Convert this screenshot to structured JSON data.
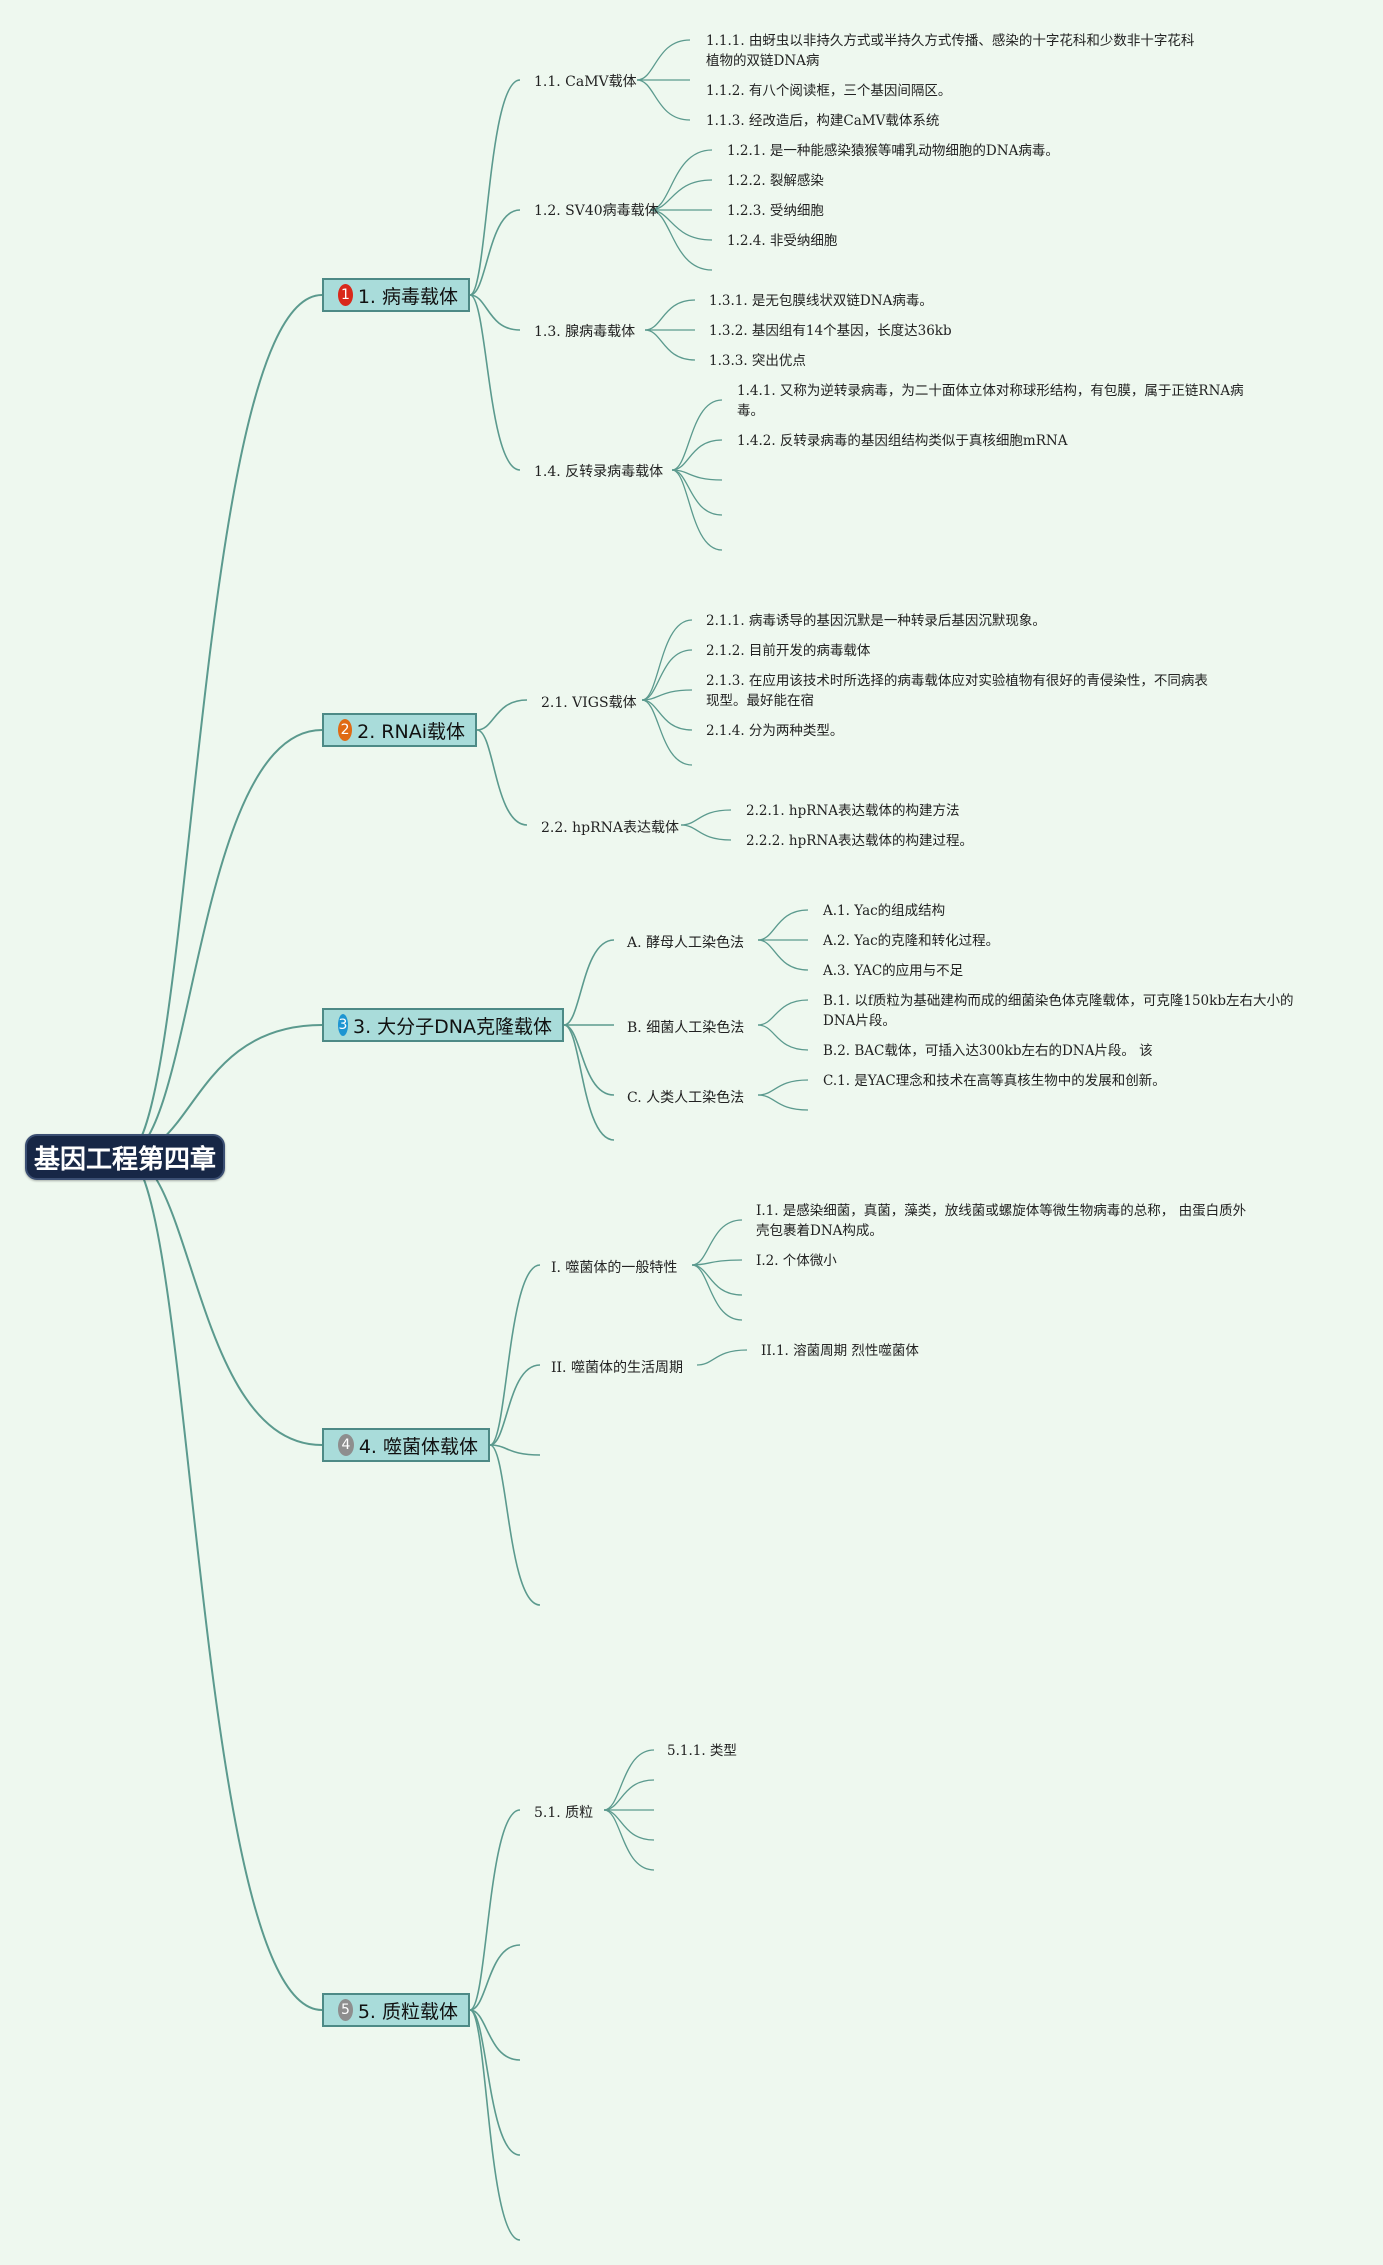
{
  "root": {
    "label": "基因工程第四章"
  },
  "branches": [
    {
      "label": "1. 病毒载体",
      "badge": "1",
      "badge_color": "#d9281b",
      "children": [
        {
          "label": "1.1. CaMV载体",
          "children": [
            "1.1.1. 由蚜虫以非持久方式或半持久方式传播、感染的十字花科和少数非十字花科植物的双链DNA病",
            "1.1.2. 有八个阅读框，三个基因间隔区。",
            "1.1.3. 经改造后，构建CaMV载体系统"
          ]
        },
        {
          "label": "1.2. SV40病毒载体",
          "children": [
            "1.2.1. 是一种能感染猿猴等哺乳动物细胞的DNA病毒。",
            "1.2.2. 裂解感染",
            "1.2.3. 受纳细胞",
            "1.2.4. 非受纳细胞",
            ""
          ]
        },
        {
          "label": "1.3. 腺病毒载体",
          "children": [
            "1.3.1. 是无包膜线状双链DNA病毒。",
            "1.3.2. 基因组有14个基因，长度达36kb",
            "1.3.3. 突出优点"
          ]
        },
        {
          "label": "1.4. 反转录病毒载体",
          "children": [
            "1.4.1. 又称为逆转录病毒，为二十面体立体对称球形结构，有包膜，属于正链RNA病毒。",
            "1.4.2. 反转录病毒的基因组结构类似于真核细胞mRNA",
            "",
            "",
            ""
          ]
        }
      ]
    },
    {
      "label": "2. RNAi载体",
      "badge": "2",
      "badge_color": "#e06a14",
      "children": [
        {
          "label": "2.1. VIGS载体",
          "children": [
            "2.1.1. 病毒诱导的基因沉默是一种转录后基因沉默现象。",
            "2.1.2. 目前开发的病毒载体",
            "2.1.3. 在应用该技术时所选择的病毒载体应对实验植物有很好的青侵染性，不同病表现型。最好能在宿",
            "2.1.4. 分为两种类型。",
            ""
          ]
        },
        {
          "label": "2.2. hpRNA表达载体",
          "children": [
            "2.2.1. hpRNA表达载体的构建方法",
            "2.2.2. hpRNA表达载体的构建过程。"
          ]
        }
      ]
    },
    {
      "label": "3. 大分子DNA克隆载体",
      "badge": "3",
      "badge_color": "#1d95d2",
      "children": [
        {
          "label": "A. 酵母人工染色法",
          "children": [
            "A.1. Yac的组成结构",
            "A.2. Yac的克隆和转化过程。",
            "A.3. YAC的应用与不足"
          ]
        },
        {
          "label": "B. 细菌人工染色法",
          "children": [
            "B.1. 以f质粒为基础建构而成的细菌染色体克隆载体，可克隆150kb左右大小的DNA片段。",
            "B.2. BAC载体，可插入达300kb左右的DNA片段。 该"
          ]
        },
        {
          "label": "C. 人类人工染色法",
          "children": [
            "C.1. 是YAC理念和技术在高等真核生物中的发展和创新。",
            ""
          ]
        },
        {
          "label": "",
          "children": []
        }
      ]
    },
    {
      "label": "4. 噬菌体载体",
      "badge": "4",
      "badge_color": "#8e8e8e",
      "children": [
        {
          "label": "I. 噬菌体的一般特性",
          "children": [
            "I.1. 是感染细菌，真菌，藻类，放线菌或螺旋体等微生物病毒的总称， 由蛋白质外壳包裹着DNA构成。",
            "I.2. 个体微小",
            "",
            ""
          ]
        },
        {
          "label": "II. 噬菌体的生活周期",
          "children": [
            "II.1. 溶菌周期 烈性噬菌体"
          ]
        },
        {
          "label": "",
          "children": []
        },
        {
          "label": "",
          "children": []
        }
      ]
    },
    {
      "label": "5. 质粒载体",
      "badge": "5",
      "badge_color": "#8e8e8e",
      "children": [
        {
          "label": "5.1. 质粒",
          "children": [
            "5.1.1. 类型",
            "",
            "",
            ""
          ]
        },
        {
          "label": "",
          "children": []
        },
        {
          "label": "",
          "children": []
        },
        {
          "label": "",
          "children": []
        },
        {
          "label": "",
          "children": []
        }
      ]
    }
  ]
}
